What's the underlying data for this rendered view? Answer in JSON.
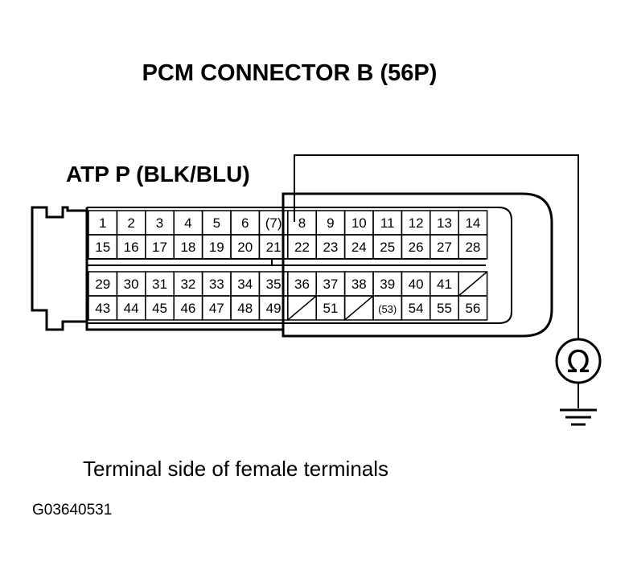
{
  "title": "PCM CONNECTOR B (56P)",
  "wire_label": "ATP P (BLK/BLU)",
  "caption": "Terminal side of female terminals",
  "figure_code": "G03640531",
  "meter_symbol": "Ω",
  "connector": {
    "upper_rows": [
      [
        "1",
        "2",
        "3",
        "4",
        "5",
        "6",
        "(7)",
        "8",
        "9",
        "10",
        "11",
        "12",
        "13",
        "14"
      ],
      [
        "15",
        "16",
        "17",
        "18",
        "19",
        "20",
        "21",
        "22",
        "23",
        "24",
        "25",
        "26",
        "27",
        "28"
      ]
    ],
    "lower_rows": [
      [
        "29",
        "30",
        "31",
        "32",
        "33",
        "34",
        "35",
        "36",
        "37",
        "38",
        "39",
        "40",
        "41",
        ""
      ],
      [
        "43",
        "44",
        "45",
        "46",
        "47",
        "48",
        "49",
        "",
        "51",
        "",
        "(53)",
        "54",
        "55",
        "56"
      ]
    ],
    "probed_terminal": "8",
    "empty_terminals": [
      "42",
      "50",
      "52"
    ]
  }
}
